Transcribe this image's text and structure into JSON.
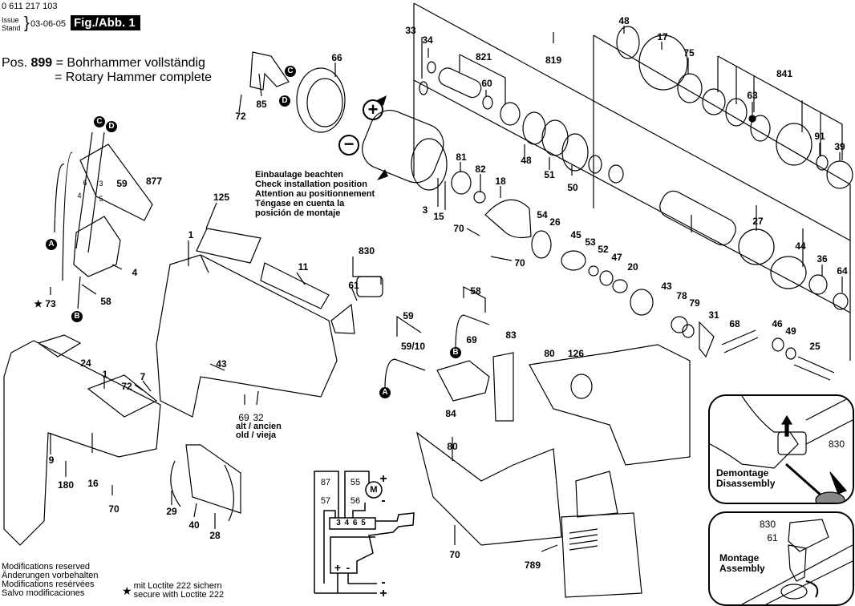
{
  "header": {
    "part_number": "0 611 217 103",
    "issue_label_en": "Issue",
    "issue_label_de": "Stand",
    "issue_date": "03-06-05",
    "figure_label": "Fig./Abb. 1"
  },
  "position_note": {
    "prefix": "Pos.",
    "number": "899",
    "line_de": "= Bohrhammer vollständig",
    "line_en": "= Rotary Hammer complete"
  },
  "install_note": [
    "Einbaulage beachten",
    "Check installation position",
    "Attention au positionnement",
    "Téngase en cuenta la",
    "posición de montaje"
  ],
  "modifications_note": [
    "Modifications reserved",
    "Änderungen vorbehalten",
    "Modifications resérvées",
    "Salvo modificaciones"
  ],
  "loctite_note": {
    "symbol": "★",
    "line_de": "mit Loctite 222 sichern",
    "line_en": "secure with Loctite 222"
  },
  "old_version_note": {
    "line1": "alt / ancien",
    "line2": "old / vieja"
  },
  "polarity": {
    "plus": "+",
    "minus": "−"
  },
  "connectors": {
    "A": "A",
    "B": "B",
    "C": "C",
    "D": "D"
  },
  "switch_pins": [
    "6",
    "3",
    "4",
    "5"
  ],
  "wiring_diagram": {
    "wires": [
      "87",
      "57",
      "55",
      "56"
    ],
    "terminals": "3 4 6 5",
    "motor": "M",
    "plus": "+",
    "minus": "-"
  },
  "insets": {
    "disassembly": {
      "title_de": "Demontage",
      "title_en": "Disassembly",
      "part": "830"
    },
    "assembly": {
      "title_de": "Montage",
      "title_en": "Assembly",
      "parts": [
        "830",
        "61"
      ]
    }
  },
  "callouts": [
    {
      "id": "33",
      "label": "33"
    },
    {
      "id": "34",
      "label": "34"
    },
    {
      "id": "821",
      "label": "821"
    },
    {
      "id": "60",
      "label": "60"
    },
    {
      "id": "819",
      "label": "819"
    },
    {
      "id": "48a",
      "label": "48"
    },
    {
      "id": "17",
      "label": "17"
    },
    {
      "id": "75",
      "label": "75"
    },
    {
      "id": "63",
      "label": "63"
    },
    {
      "id": "841",
      "label": "841"
    },
    {
      "id": "91",
      "label": "91"
    },
    {
      "id": "39",
      "label": "39"
    },
    {
      "id": "48b",
      "label": "48"
    },
    {
      "id": "51",
      "label": "51"
    },
    {
      "id": "50",
      "label": "50"
    },
    {
      "id": "66",
      "label": "66"
    },
    {
      "id": "85",
      "label": "85"
    },
    {
      "id": "72a",
      "label": "72"
    },
    {
      "id": "3",
      "label": "3"
    },
    {
      "id": "15",
      "label": "15"
    },
    {
      "id": "81",
      "label": "81"
    },
    {
      "id": "82",
      "label": "82"
    },
    {
      "id": "18",
      "label": "18"
    },
    {
      "id": "70a",
      "label": "70"
    },
    {
      "id": "70b",
      "label": "70"
    },
    {
      "id": "54",
      "label": "54"
    },
    {
      "id": "26",
      "label": "26"
    },
    {
      "id": "45",
      "label": "45"
    },
    {
      "id": "53",
      "label": "53"
    },
    {
      "id": "52",
      "label": "52"
    },
    {
      "id": "47",
      "label": "47"
    },
    {
      "id": "20",
      "label": "20"
    },
    {
      "id": "27",
      "label": "27"
    },
    {
      "id": "44",
      "label": "44"
    },
    {
      "id": "36",
      "label": "36"
    },
    {
      "id": "64",
      "label": "64"
    },
    {
      "id": "43a",
      "label": "43"
    },
    {
      "id": "78",
      "label": "78"
    },
    {
      "id": "79",
      "label": "79"
    },
    {
      "id": "31",
      "label": "31"
    },
    {
      "id": "68",
      "label": "68"
    },
    {
      "id": "46",
      "label": "46"
    },
    {
      "id": "49",
      "label": "49"
    },
    {
      "id": "25",
      "label": "25"
    },
    {
      "id": "877",
      "label": "877"
    },
    {
      "id": "59a",
      "label": "59"
    },
    {
      "id": "4",
      "label": "4"
    },
    {
      "id": "58a",
      "label": "58"
    },
    {
      "id": "73",
      "label": "★ 73"
    },
    {
      "id": "125",
      "label": "125"
    },
    {
      "id": "1a",
      "label": "1"
    },
    {
      "id": "11",
      "label": "11"
    },
    {
      "id": "830",
      "label": "830"
    },
    {
      "id": "61",
      "label": "61"
    },
    {
      "id": "43b",
      "label": "43"
    },
    {
      "id": "69a",
      "label": "69"
    },
    {
      "id": "32",
      "label": "32"
    },
    {
      "id": "24",
      "label": "24"
    },
    {
      "id": "1b",
      "label": "1"
    },
    {
      "id": "7",
      "label": "7"
    },
    {
      "id": "72b",
      "label": "72"
    },
    {
      "id": "9",
      "label": "9"
    },
    {
      "id": "180",
      "label": "180"
    },
    {
      "id": "16",
      "label": "16"
    },
    {
      "id": "70c",
      "label": "70"
    },
    {
      "id": "29",
      "label": "29"
    },
    {
      "id": "40",
      "label": "40"
    },
    {
      "id": "28",
      "label": "28"
    },
    {
      "id": "58b",
      "label": "58"
    },
    {
      "id": "59b",
      "label": "59"
    },
    {
      "id": "5910",
      "label": "59/10"
    },
    {
      "id": "69b",
      "label": "69"
    },
    {
      "id": "83",
      "label": "83"
    },
    {
      "id": "84",
      "label": "84"
    },
    {
      "id": "80a",
      "label": "80"
    },
    {
      "id": "126",
      "label": "126"
    },
    {
      "id": "80b",
      "label": "80"
    },
    {
      "id": "70d",
      "label": "70"
    },
    {
      "id": "789",
      "label": "789"
    }
  ]
}
